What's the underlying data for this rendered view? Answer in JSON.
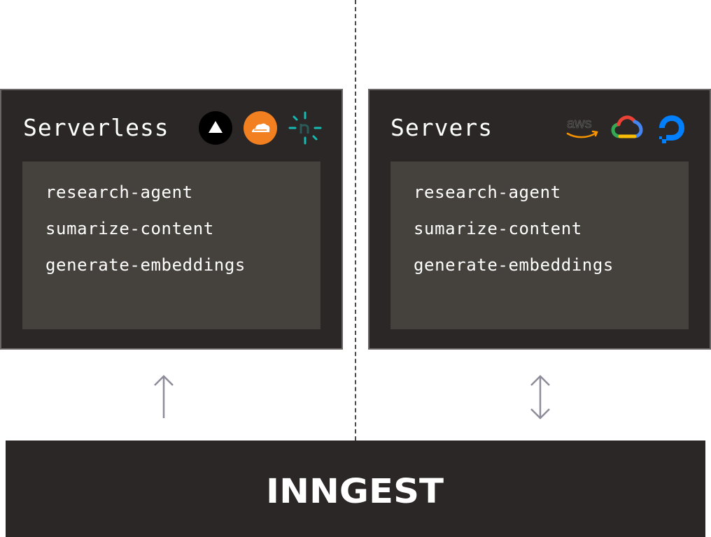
{
  "serverless": {
    "title": "Serverless",
    "functions": [
      "research-agent",
      "sumarize-content",
      "generate-embeddings"
    ],
    "icons": [
      "vercel-icon",
      "cloudflare-icon",
      "netlify-icon"
    ]
  },
  "servers": {
    "title": "Servers",
    "functions": [
      "research-agent",
      "sumarize-content",
      "generate-embeddings"
    ],
    "icons": [
      "aws-icon",
      "google-cloud-icon",
      "digitalocean-icon"
    ],
    "aws_text": "aws"
  },
  "footer": {
    "logo_text": "INNGEST"
  },
  "colors": {
    "panel_bg": "#2a2726",
    "fn_box_bg": "#45413c",
    "arrow": "#8e8c99",
    "cloudflare": "#f38020",
    "netlify": "#15bab5",
    "digitalocean": "#0080ff"
  }
}
